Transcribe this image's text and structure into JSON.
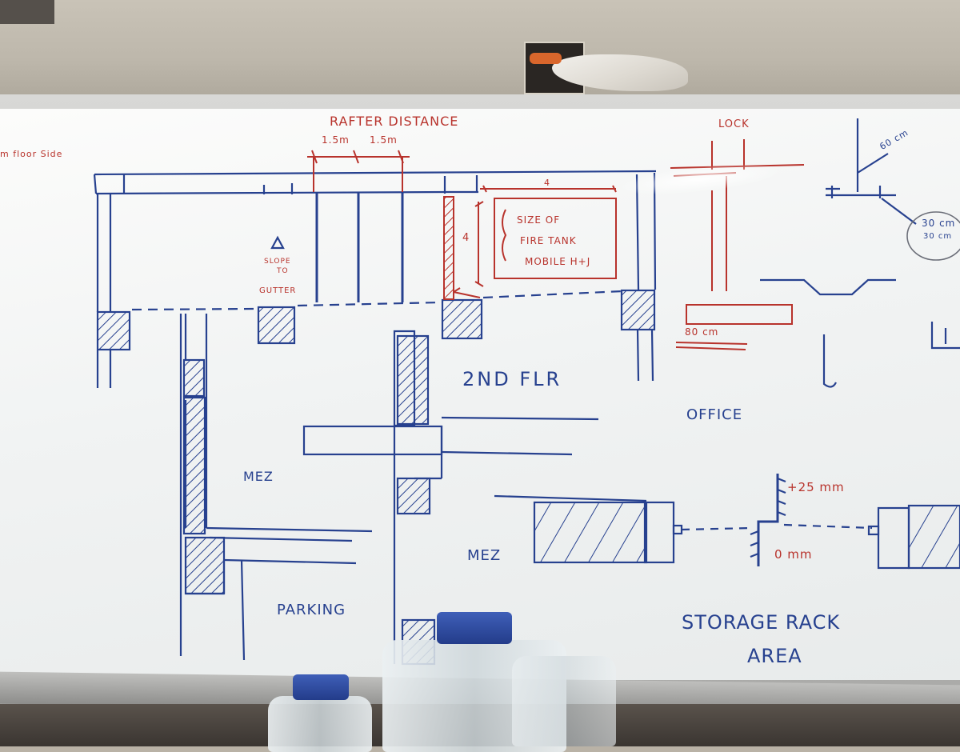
{
  "board": {
    "top_left_note": "m floor Side",
    "rafter_title": "RAFTER DISTANCE",
    "rafter_spacing_1": "1.5m",
    "rafter_spacing_2": "1.5m",
    "tank_width": "4",
    "tank_height": "4",
    "tank_label_1": "SIZE OF",
    "tank_label_2": "FIRE TANK",
    "tank_label_3": "MOBILE H+J",
    "slope_1": "SLOPE",
    "slope_2": "TO",
    "slope_3": "GUTTER",
    "lock_label": "LOCK",
    "dim_80cm": "80 cm",
    "dim_60cm": "60 cm",
    "dim_30cm_a": "30 cm",
    "dim_30cm_b": "30 cm",
    "second_floor": "2ND FLR",
    "office": "OFFICE",
    "mez_1": "MEZ",
    "mez_2": "MEZ",
    "parking": "PARKING",
    "plus_25mm": "+25 mm",
    "zero_mm": "0 mm",
    "storage_1": "STORAGE RACK",
    "storage_2": "AREA"
  },
  "colors": {
    "blue_marker": "#27418f",
    "red_marker": "#b8332c",
    "board": "#f4f5f5"
  }
}
